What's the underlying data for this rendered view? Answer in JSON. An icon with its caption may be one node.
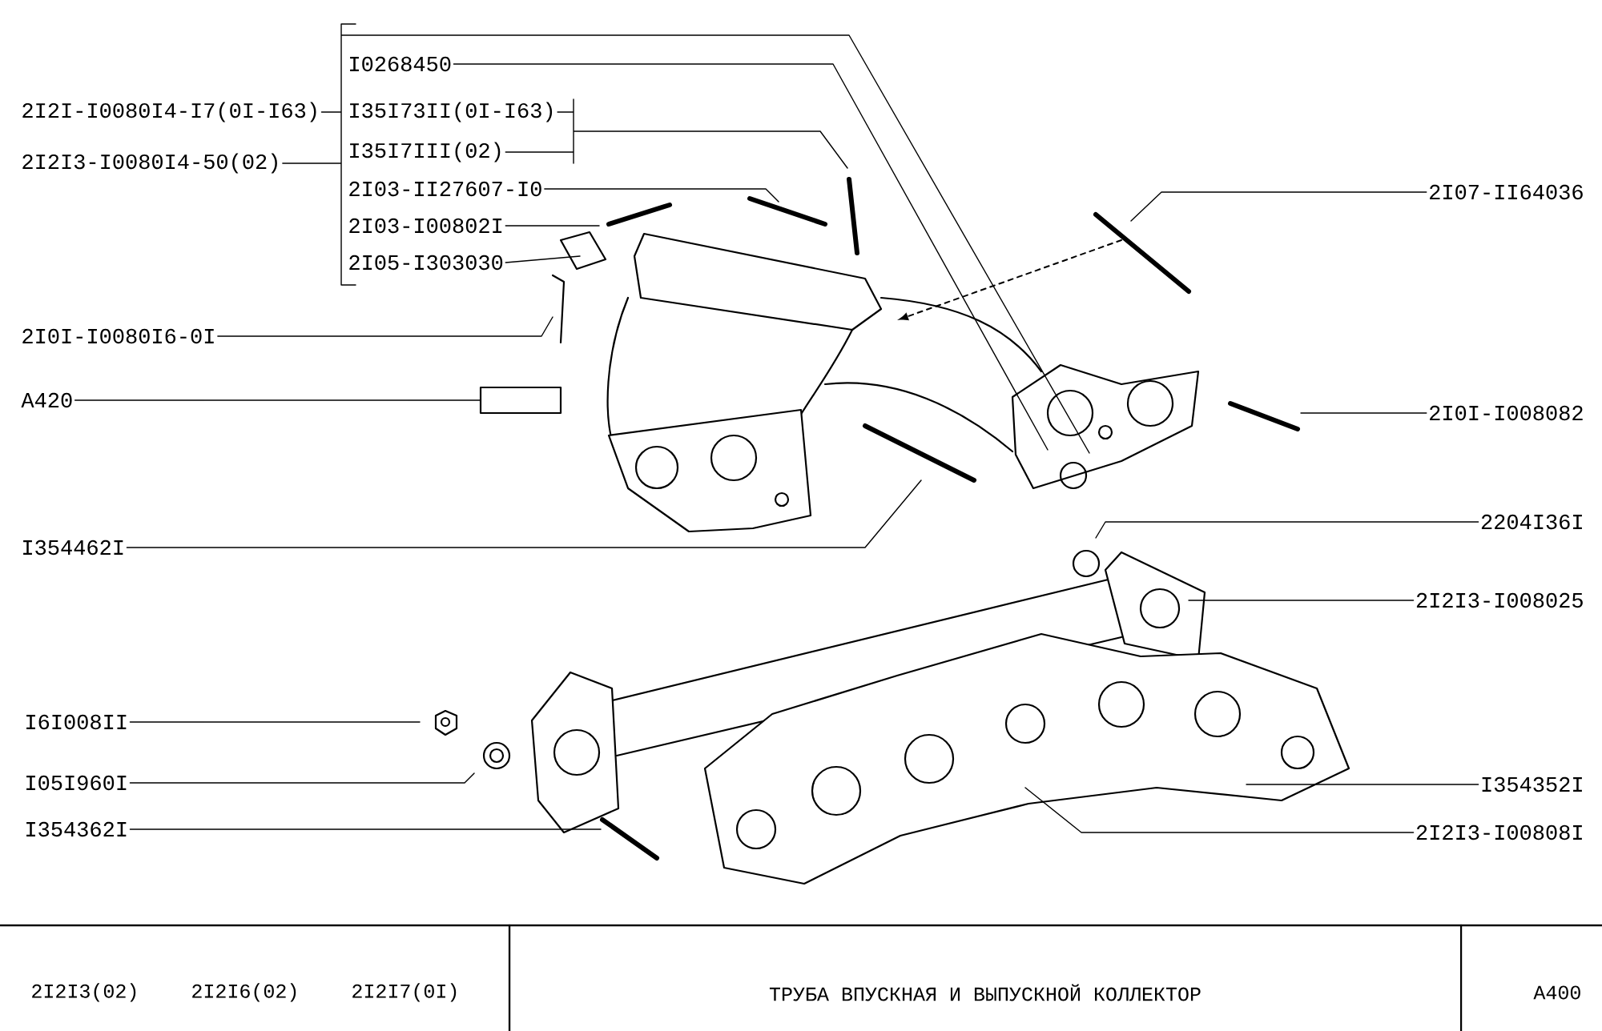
{
  "diagram": {
    "title": "ТРУБА ВПУСКНАЯ И ВЫПУСКНОЙ КОЛЛЕКТОР",
    "nodes": [
      {
        "text": [
          "2I2I-I0080I4-I7(0I-I63)"
        ]
      },
      {
        "text": [
          "2I2I3-I0080I4-50(02)"
        ]
      },
      {
        "text": [
          "I0268450"
        ]
      },
      {
        "text": [
          "I35I73II(0I-I63)"
        ]
      },
      {
        "text": [
          "I35I7III(02)"
        ]
      },
      {
        "text": [
          "2I03-II27607-I0"
        ]
      },
      {
        "text": [
          "2I03-I00802I"
        ]
      },
      {
        "text": [
          "2I05-I303030"
        ]
      },
      {
        "text": [
          "2I07-II64036"
        ]
      },
      {
        "text": [
          "2I0I-I0080I6-0I"
        ]
      },
      {
        "text": [
          "A420"
        ]
      },
      {
        "text": [
          "2I0I-I008082"
        ]
      },
      {
        "text": [
          "I354462I"
        ]
      },
      {
        "text": [
          "2204I36I"
        ]
      },
      {
        "text": [
          "2I2I3-I008025"
        ]
      },
      {
        "text": [
          "I6I008II"
        ]
      },
      {
        "text": [
          "I05I960I"
        ]
      },
      {
        "text": [
          "I354362I"
        ]
      },
      {
        "text": [
          "I354352I"
        ]
      },
      {
        "text": [
          "2I2I3-I00808I"
        ]
      }
    ],
    "edges": [
      {
        "from": 0,
        "to": null,
        "arrow": "none"
      },
      {
        "from": 1,
        "to": null,
        "arrow": "none"
      },
      {
        "from": 2,
        "to": null,
        "arrow": "none"
      },
      {
        "from": 3,
        "to": null,
        "arrow": "none"
      },
      {
        "from": 4,
        "to": null,
        "arrow": "none"
      },
      {
        "from": 5,
        "to": null,
        "arrow": "none"
      },
      {
        "from": 6,
        "to": null,
        "arrow": "none"
      },
      {
        "from": 7,
        "to": null,
        "arrow": "none"
      },
      {
        "from": 8,
        "to": null,
        "arrow": "none"
      },
      {
        "from": 9,
        "to": null,
        "arrow": "none"
      },
      {
        "from": 10,
        "to": null,
        "arrow": "none"
      },
      {
        "from": 11,
        "to": null,
        "arrow": "none"
      },
      {
        "from": 12,
        "to": null,
        "arrow": "none"
      },
      {
        "from": 13,
        "to": null,
        "arrow": "none"
      },
      {
        "from": 14,
        "to": null,
        "arrow": "none"
      },
      {
        "from": 15,
        "to": null,
        "arrow": "none"
      },
      {
        "from": 16,
        "to": null,
        "arrow": "none"
      },
      {
        "from": 17,
        "to": null,
        "arrow": "none"
      },
      {
        "from": 18,
        "to": null,
        "arrow": "none"
      },
      {
        "from": 19,
        "to": null,
        "arrow": "none"
      }
    ],
    "labels": [
      "2I2I3(02)",
      "2I2I6(02)",
      "2I2I7(0I)",
      "A400"
    ]
  }
}
